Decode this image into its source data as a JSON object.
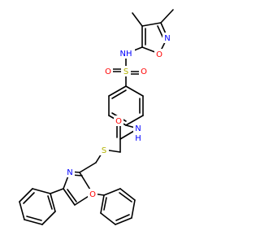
{
  "colors": {
    "carbon_bond": "#000000",
    "N": "#0000ff",
    "O": "#ff0000",
    "S": "#b2b200"
  },
  "labels": {
    "nh_top": "NH",
    "n_isox": "N",
    "o_isox": "O",
    "s_sulfonyl": "S",
    "o_sulf_left": "O",
    "o_sulf_right": "O",
    "nh_amide": "N",
    "h_amide": "H",
    "o_carbonyl": "O",
    "s_thio": "S",
    "n_oxaz": "N",
    "o_oxaz": "O"
  }
}
